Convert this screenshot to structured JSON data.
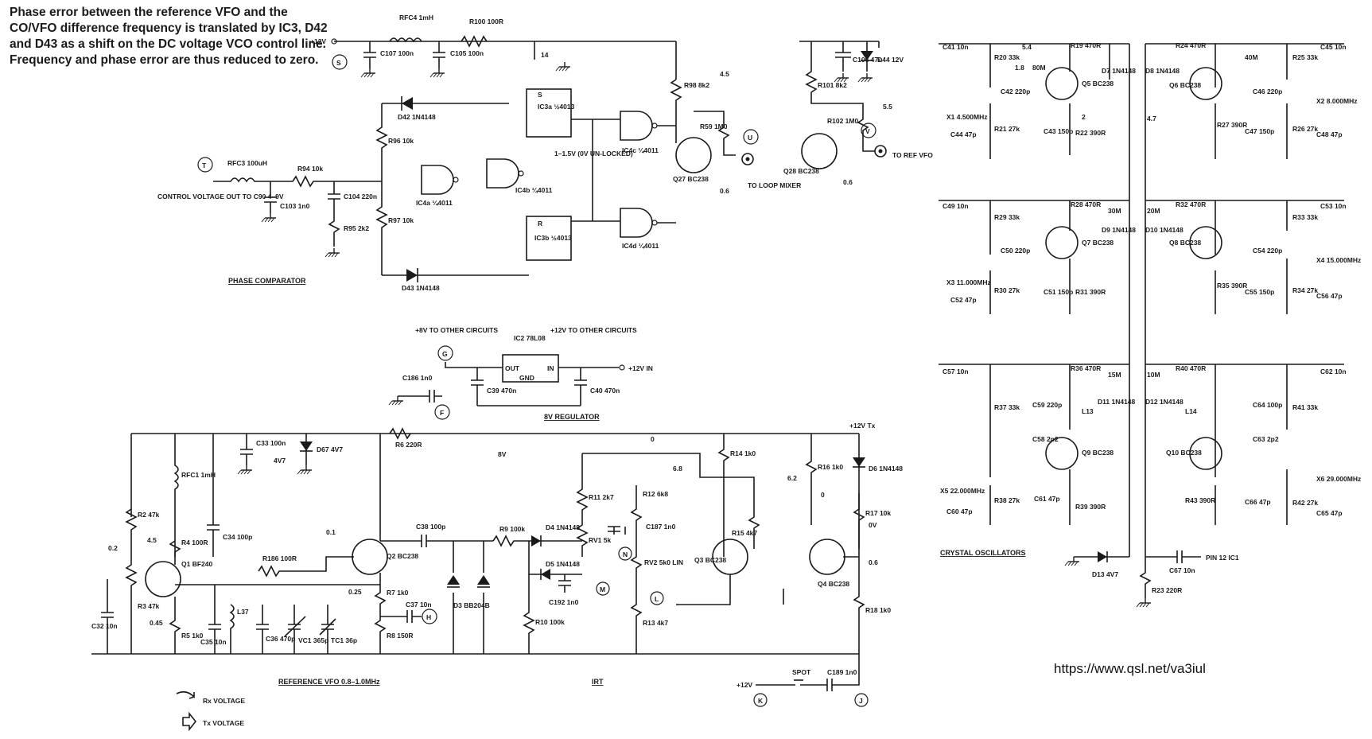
{
  "note": "Phase error between the reference VFO and the CO/VFO difference frequency is translated by IC3, D42 and D43 as a shift on the DC voltage VCO control line. Frequency and phase error are thus reduced to zero.",
  "url": "https://www.qsl.net/va3iul",
  "sections": {
    "phase": "PHASE COMPARATOR",
    "crystal": "CRYSTAL OSCILLATORS",
    "refvfo": "REFERENCE VFO 0.8–1.0MHz",
    "rit": "IRT",
    "reg": "8V REGULATOR"
  },
  "legend": {
    "rx": "Rx VOLTAGE",
    "tx": "Tx VOLTAGE"
  },
  "rails": {
    "plus12": "+12V",
    "plus8": "+8V TO OTHER CIRCUITS",
    "plus12other": "+12V TO OTHER CIRCUITS",
    "plus12in": "+12V IN",
    "plus12tx": "+12V Tx"
  },
  "signals": {
    "control": "CONTROL VOLTAGE OUT TO C90 4–9V",
    "loop": "TO LOOP MIXER",
    "refvfo": "TO REF VFO",
    "pin12": "PIN 12 IC1",
    "spot": "SPOT",
    "ic4b_note": "1–1.5V (0V UN-LOCKED)"
  },
  "terminals": [
    "S",
    "T",
    "U",
    "V",
    "G",
    "F",
    "H",
    "N",
    "M",
    "L",
    "K",
    "J"
  ],
  "phase_parts": [
    "RFC4 1mH",
    "R100 100R",
    "C107 100n",
    "C105 100n",
    "C106 47u",
    "D44 12V",
    "D42 1N4148",
    "D43 1N4148",
    "R96 10k",
    "R97 10k",
    "RFC3 100uH",
    "R94 10k",
    "C103 1n0",
    "C104 220n",
    "R95 2k2",
    "IC3a ½4013",
    "IC3b ½4013",
    "IC4a ¼4011",
    "IC4b ¼4011",
    "IC4c ¼4011",
    "IC4d ¼4011",
    "R98 8k2",
    "R59 1M0",
    "Q27 BC238",
    "R101 8k2",
    "R102 1M0",
    "Q28 BC238"
  ],
  "ref_parts": [
    "C186 1n0",
    "C33 100n",
    "D67 4V7",
    "R6 220R",
    "C39 470n",
    "C40 470n",
    "IC2 78L08",
    "RFC1 1mH",
    "R2 47k",
    "R3 47k",
    "R4 100R",
    "R5 1k0",
    "Q1 BF240",
    "C32 10n",
    "C34 100p",
    "C35 10n",
    "L37",
    "C36 470p",
    "VC1 365p",
    "TC1 36p",
    "R186 100R",
    "Q2 BC238",
    "R7 1k0",
    "R8 150R",
    "C37 10n",
    "C38 100p",
    "D3 BB204B",
    "R9 100k",
    "D4 1N4148",
    "D5 1N4148",
    "C192 1n0",
    "R10 100k",
    "RV1 5k",
    "R11 2k7",
    "R12 6k8",
    "C187 1n0",
    "RV2 5k0 LIN",
    "R13 4k7",
    "R14 1k0",
    "R15 4k7",
    "Q3 BC238",
    "R16 1k0",
    "R17 10k",
    "R18 1k0",
    "Q4 BC238",
    "D6 1N4148",
    "C189 1n0"
  ],
  "crystal_parts": [
    "C41 10n",
    "R20 33k",
    "C42 220p",
    "R21 27k",
    "X1 4.500MHz",
    "C44 47p",
    "C43 150p",
    "Q5 BC238",
    "R19 470R",
    "R22 390R",
    "D7 1N4148",
    "D8 1N4148",
    "R24 470R",
    "Q6 BC238",
    "R25 33k",
    "C45 10n",
    "C46 220p",
    "C47 150p",
    "R27 390R",
    "R26 27k",
    "X2 8.000MHz",
    "C48 47p",
    "C49 10n",
    "R29 33k",
    "C50 220p",
    "R30 27k",
    "X3 11.000MHz",
    "C52 47p",
    "C51 150p",
    "Q7 BC238",
    "R28 470R",
    "R31 390R",
    "D9 1N4148",
    "D10 1N4148",
    "R32 470R",
    "Q8 BC238",
    "R33 33k",
    "C53 10n",
    "C54 220p",
    "C55 150p",
    "R35 390R",
    "R34 27k",
    "X4 15.000MHz",
    "C56 47p",
    "C57 10n",
    "R37 33k",
    "C59 220p",
    "L13",
    "C58 2p2",
    "Q9 BC238",
    "R36 470R",
    "D11 1N4148",
    "R38 27k",
    "X5 22.000MHz",
    "C60 47p",
    "C61 47p",
    "R39 390R",
    "D12 1N4148",
    "R40 470R",
    "L14",
    "C64 100p",
    "C63 2p2",
    "Q10 BC238",
    "R41 33k",
    "C62 10n",
    "R43 390R",
    "C66 47p",
    "R42 27k",
    "X6 29.000MHz",
    "C65 47p",
    "D13 4V7",
    "R23 220R",
    "C67 10n"
  ],
  "bands": [
    "80M",
    "40M",
    "30M",
    "20M",
    "15M",
    "10M"
  ],
  "voltages": [
    "4.5",
    "0.6",
    "5.5",
    "0.6",
    "4.5",
    "0.25",
    "0.1",
    "0.2",
    "0.45",
    "0",
    "6.8",
    "6.2",
    "0",
    "0V",
    "0.6",
    "5.4",
    "1.8",
    "2",
    "4.7",
    "4V7",
    "8V"
  ]
}
